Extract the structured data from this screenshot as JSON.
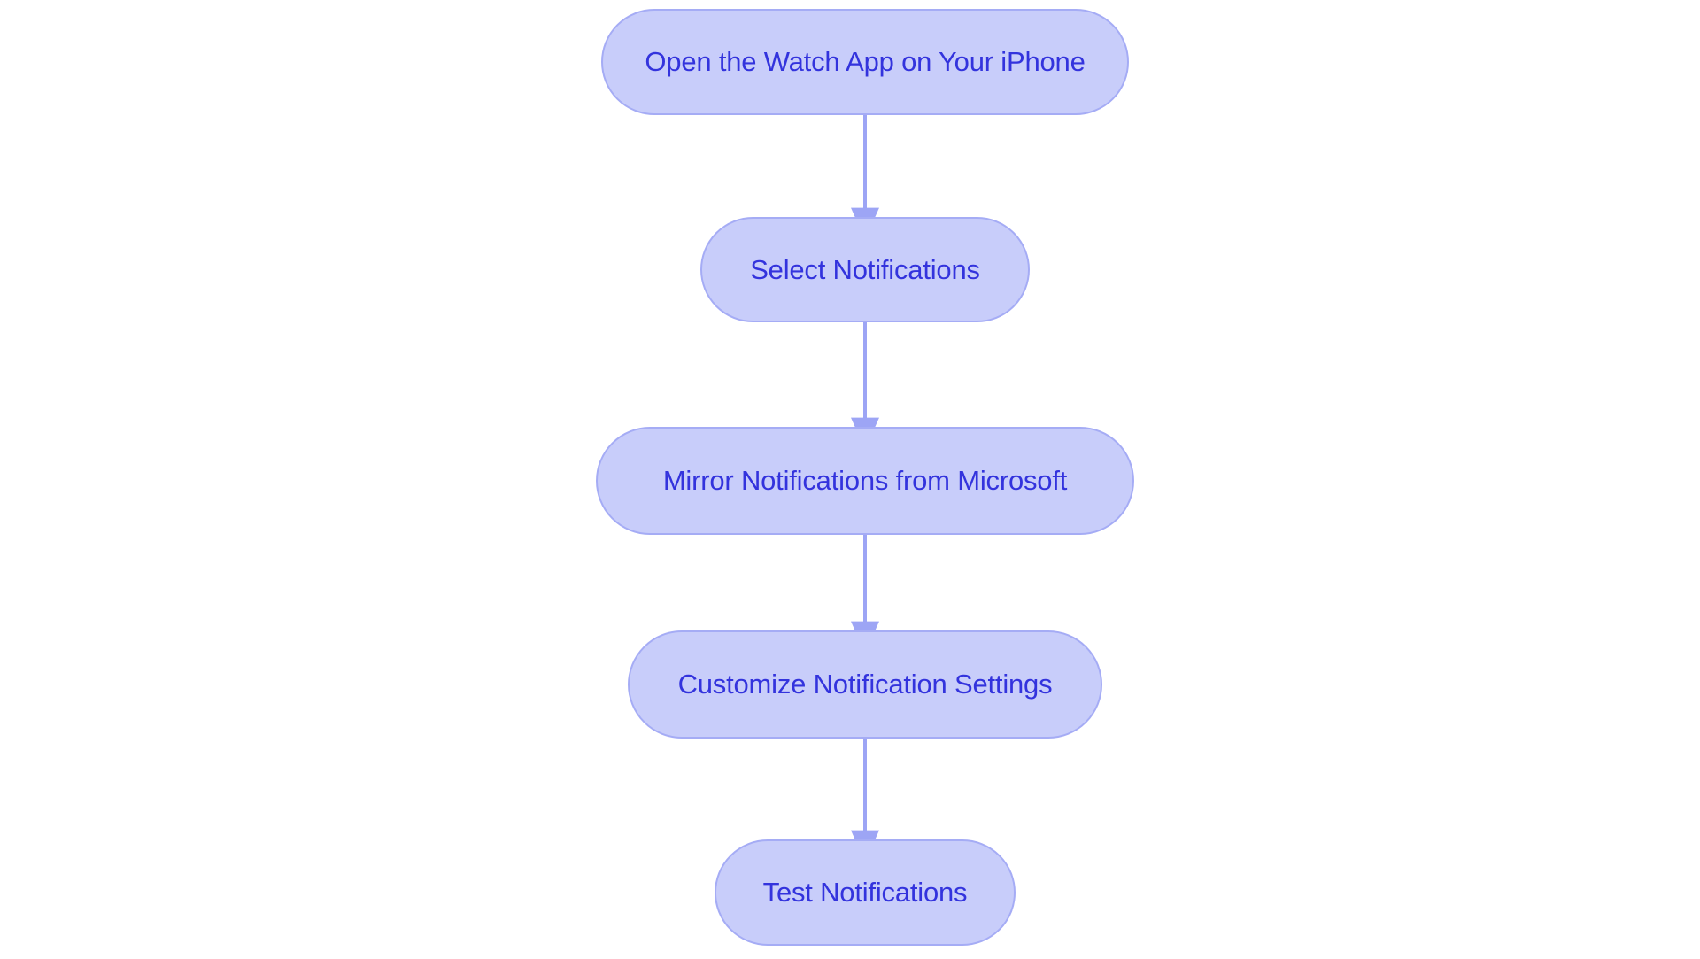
{
  "diagram": {
    "type": "flowchart",
    "orientation": "top-to-bottom",
    "title": "",
    "background_color": "#ffffff",
    "node_fill_color": "#c8cdfa",
    "node_border_color": "#a5acf5",
    "node_text_color": "#3333dd",
    "edge_color": "#9da5f5",
    "node_shape": "stadium",
    "nodes": [
      {
        "id": "n0",
        "label": "Open the Watch App on Your iPhone",
        "step": 1
      },
      {
        "id": "n1",
        "label": "Select Notifications",
        "step": 2
      },
      {
        "id": "n2",
        "label": "Mirror Notifications from Microsoft",
        "step": 3
      },
      {
        "id": "n3",
        "label": "Customize Notification Settings",
        "step": 4
      },
      {
        "id": "n4",
        "label": "Test Notifications",
        "step": 5
      }
    ],
    "edges": [
      {
        "id": "e0",
        "from": "n0",
        "to": "n1",
        "label": "",
        "arrow": "triangle-down"
      },
      {
        "id": "e1",
        "from": "n1",
        "to": "n2",
        "label": "",
        "arrow": "triangle-down"
      },
      {
        "id": "e2",
        "from": "n2",
        "to": "n3",
        "label": "",
        "arrow": "triangle-down"
      },
      {
        "id": "e3",
        "from": "n3",
        "to": "n4",
        "label": "",
        "arrow": "triangle-down"
      }
    ]
  }
}
